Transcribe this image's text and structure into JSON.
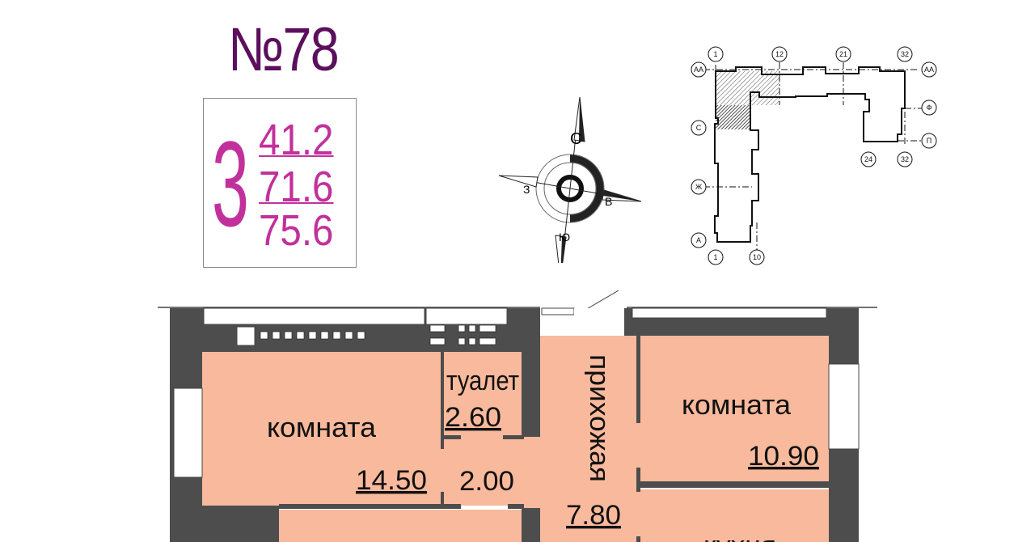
{
  "apartment": {
    "number": "№78",
    "rooms": "3",
    "living_area": "41.2",
    "total_area": "71.6",
    "total_area_with_balcony": "75.6"
  },
  "compass": {
    "north": "С",
    "south": "Ю",
    "west": "З",
    "east": "В"
  },
  "key_plan": {
    "axes_top": [
      "1",
      "12",
      "21",
      "32"
    ],
    "axes_bottom": [
      "1",
      "10",
      "24",
      "32"
    ],
    "rows_left": [
      "АА",
      "С",
      "Ж",
      "А"
    ],
    "rows_right": [
      "АА",
      "Ф",
      "П"
    ]
  },
  "floor_plan": {
    "rooms": [
      {
        "name": "комната",
        "area": "14.50"
      },
      {
        "name": "туалет",
        "area": "2.60"
      },
      {
        "name": "",
        "area": "2.00"
      },
      {
        "name": "прихожая",
        "area": "7.80"
      },
      {
        "name": "комната",
        "area": "10.90"
      },
      {
        "name": "кухня",
        "area": ""
      }
    ]
  },
  "colors": {
    "title": "#5c0f5c",
    "accent": "#c2309c",
    "room": "#f8b99c",
    "wall": "#4d4d4d"
  }
}
